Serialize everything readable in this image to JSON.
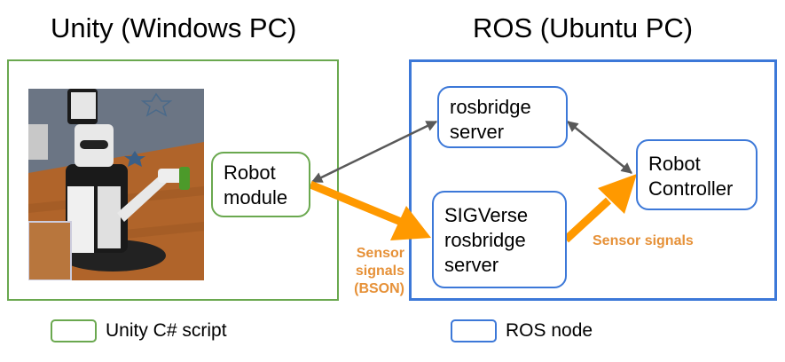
{
  "titles": {
    "left": "Unity (Windows PC)",
    "right": "ROS (Ubuntu PC)"
  },
  "nodes": {
    "robot_module": [
      "Robot",
      "module"
    ],
    "rosbridge_server": [
      "rosbridge",
      "server"
    ],
    "sigverse_rosbridge_server": [
      "SIGVerse",
      "rosbridge",
      "server"
    ],
    "robot_controller": [
      "Robot",
      "Controller"
    ]
  },
  "edge_labels": {
    "bson": [
      "Sensor",
      "signals",
      "(BSON)"
    ],
    "sensor_signals": "Sensor signals"
  },
  "legend": {
    "unity": "Unity C# script",
    "ros": "ROS node"
  },
  "colors": {
    "unity_green": "#6aa84f",
    "ros_blue": "#3c78d8",
    "signal_orange": "#ff9900",
    "label_orange": "#e69138",
    "connector_gray": "#595959"
  }
}
